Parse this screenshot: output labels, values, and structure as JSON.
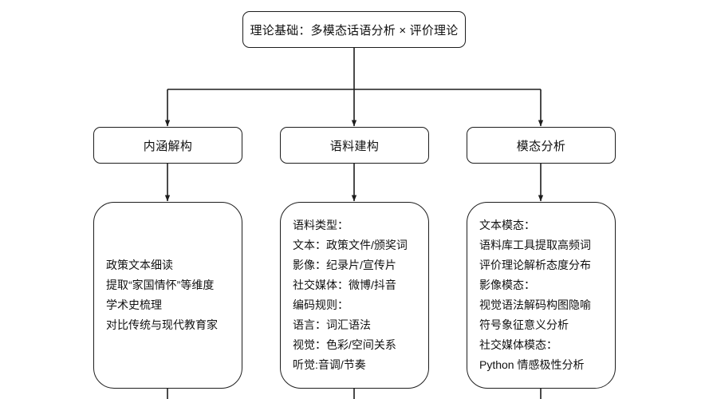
{
  "diagram": {
    "title_node": {
      "label": "理论基础：多模态话语分析 × 评价理论"
    },
    "branches": [
      {
        "label": "内涵解构",
        "detail_lines": [
          "政策文本细读",
          "提取“家国情怀”等维度",
          "学术史梳理",
          "对比传统与现代教育家"
        ]
      },
      {
        "label": "语料建构",
        "detail_lines": [
          "语料类型：",
          "文本：政策文件/颁奖词",
          "影像：纪录片/宣传片",
          "社交媒体：微博/抖音",
          "编码规则：",
          "语言：词汇语法",
          "视觉：色彩/空间关系",
          "听觉:音调/节奏"
        ]
      },
      {
        "label": "模态分析",
        "detail_lines": [
          "文本模态：",
          "语料库工具提取高频词",
          "评价理论解析态度分布",
          "影像模态：",
          "视觉语法解码构图隐喻",
          "符号象征意义分析",
          "社交媒体模态：",
          "Python 情感极性分析"
        ]
      }
    ],
    "colors": {
      "stroke": "#1d1d1d",
      "background": "#ffffff",
      "text": "#111111"
    }
  }
}
